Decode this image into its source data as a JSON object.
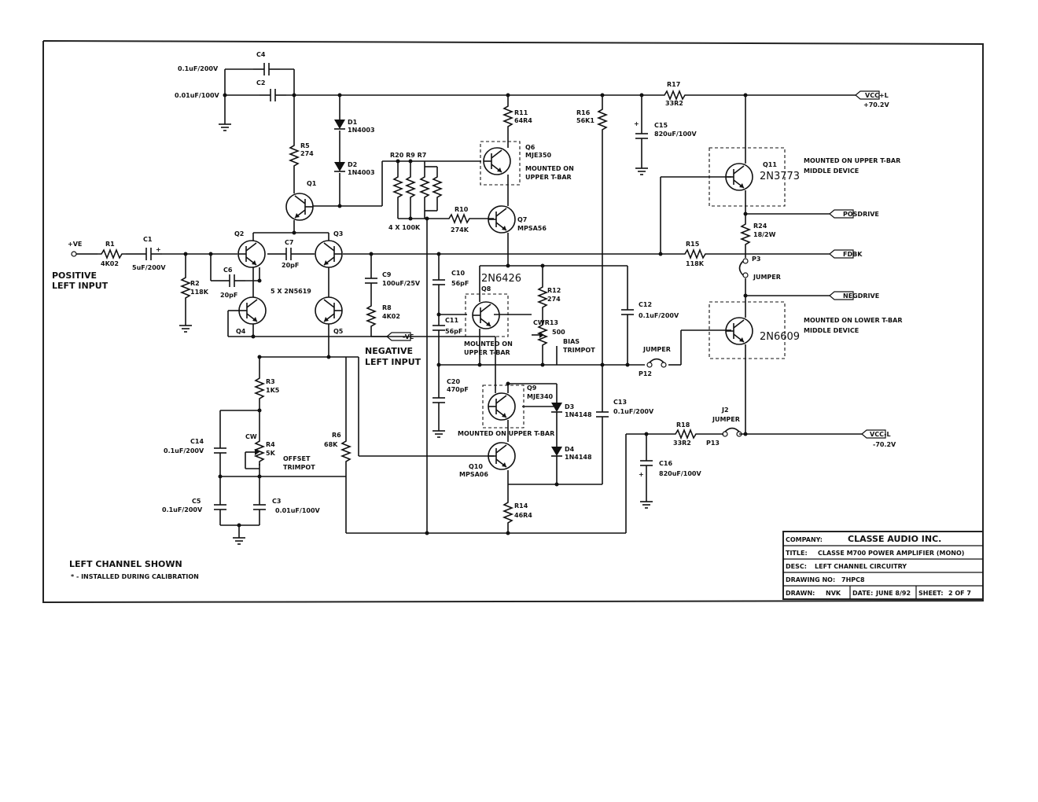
{
  "components": {
    "c4": [
      "C4",
      "0.1uF/200V"
    ],
    "c2": [
      "C2",
      "0.01uF/100V"
    ],
    "d1": [
      "D1",
      "1N4003"
    ],
    "d2": [
      "D2",
      "1N4003"
    ],
    "r5": [
      "R5",
      "274"
    ],
    "q1": [
      "Q1"
    ],
    "r11": [
      "R11",
      "64R4"
    ],
    "q6": [
      "Q6",
      "MJE350",
      "MOUNTED ON",
      "UPPER T-BAR"
    ],
    "r20r9r7": [
      "R20 R9 R7"
    ],
    "r10": [
      "R10",
      "274K"
    ],
    "rnet": [
      "4 X 100K"
    ],
    "q7": [
      "Q7",
      "MPSA56"
    ],
    "r16": [
      "R16",
      "56K1"
    ],
    "r17": [
      "R17",
      "33R2"
    ],
    "c15": [
      "C15",
      "820uF/100V"
    ],
    "q11": [
      "Q11",
      "2N3773"
    ],
    "q11_mount": [
      "MOUNTED ON UPPER T-BAR",
      "MIDDLE DEVICE"
    ],
    "r24": [
      "R24",
      "18/2W"
    ],
    "r15": [
      "R15",
      "118K"
    ],
    "p3": [
      "P3"
    ],
    "p3_jumper": [
      "JUMPER"
    ],
    "q12": [
      "2N6609"
    ],
    "q12_mount": [
      "MOUNTED ON LOWER T-BAR",
      "MIDDLE DEVICE"
    ],
    "p12": [
      "P12"
    ],
    "p12_jumper": [
      "JUMPER"
    ],
    "r18": [
      "R18",
      "33R2"
    ],
    "j2": [
      "J2",
      "JUMPER"
    ],
    "p13": [
      "P13"
    ],
    "c16": [
      "C16",
      "820uF/100V"
    ],
    "c12": [
      "C12",
      "0.1uF/200V"
    ],
    "c13": [
      "C13",
      "0.1uF/200V"
    ],
    "q8": [
      "2N6426",
      "Q8"
    ],
    "q8_mount": [
      "MOUNTED ON",
      "UPPER T-BAR"
    ],
    "c10": [
      "C10",
      "56pF"
    ],
    "c11": [
      "C11",
      "56pF"
    ],
    "r12": [
      "R12",
      "274"
    ],
    "cwr13": [
      "CWR13",
      "500"
    ],
    "bias": [
      "BIAS",
      "TRIMPOT"
    ],
    "c20": [
      "C20",
      "470pF"
    ],
    "q9": [
      "Q9",
      "MJE340"
    ],
    "q9_mount": [
      "MOUNTED ON UPPER T-BAR"
    ],
    "d3": [
      "D3",
      "1N4148"
    ],
    "d4": [
      "D4",
      "1N4148"
    ],
    "q10": [
      "Q10",
      "MPSA06"
    ],
    "r14": [
      "R14",
      "46R4"
    ],
    "r1": [
      "R1",
      "4K02"
    ],
    "c1": [
      "C1",
      "5uF/200V"
    ],
    "r2": [
      "R2",
      "118K"
    ],
    "q2": [
      "Q2"
    ],
    "q3": [
      "Q3"
    ],
    "c7": [
      "C7",
      "20pF"
    ],
    "c6": [
      "C6",
      "20pF"
    ],
    "qs": [
      "5 X 2N5619"
    ],
    "q4": [
      "Q4"
    ],
    "q5": [
      "Q5"
    ],
    "c9": [
      "C9",
      "100uF/25V"
    ],
    "r8": [
      "R8",
      "4K02"
    ],
    "r3": [
      "R3",
      "1K5"
    ],
    "r4": [
      "CW",
      "R4",
      "5K"
    ],
    "offset": [
      "OFFSET",
      "TRIMPOT"
    ],
    "r6": [
      "R6",
      "68K"
    ],
    "c14": [
      "C14",
      "0.1uF/200V"
    ],
    "c5": [
      "C5",
      "0.1uF/200V"
    ],
    "c3": [
      "C3",
      "0.01uF/100V"
    ]
  },
  "ports": {
    "vcc_pos": "VCC+L",
    "vcc_pos_val": "+70.2V",
    "posdrive": "POSDRIVE",
    "fdbk": "FDBK",
    "negdrive": "NEGDRIVE",
    "vcc_neg": "VCC-L",
    "vcc_neg_val": "-70.2V",
    "pos_in": "+VE",
    "neg_in": "-VE"
  },
  "notes": {
    "pos_input": [
      "POSITIVE",
      "LEFT INPUT"
    ],
    "neg_input": [
      "NEGATIVE",
      "LEFT INPUT"
    ],
    "channel": "LEFT CHANNEL SHOWN",
    "calibration": "* - INSTALLED DURING CALIBRATION"
  },
  "title_block": {
    "company_label": "COMPANY:",
    "company": "CLASSE AUDIO INC.",
    "title_label": "TITLE:",
    "title": "CLASSE M700 POWER AMPLIFIER (MONO)",
    "desc_label": "DESC:",
    "desc": "LEFT CHANNEL CIRCUITRY",
    "drawing_no_label": "DRAWING NO:",
    "drawing_no": "7HPC8",
    "drawn_label": "DRAWN:",
    "drawn": "NVK",
    "date_label": "DATE:",
    "date": "JUNE 8/92",
    "sheet_label": "SHEET:",
    "sheet": "2 OF 7"
  }
}
